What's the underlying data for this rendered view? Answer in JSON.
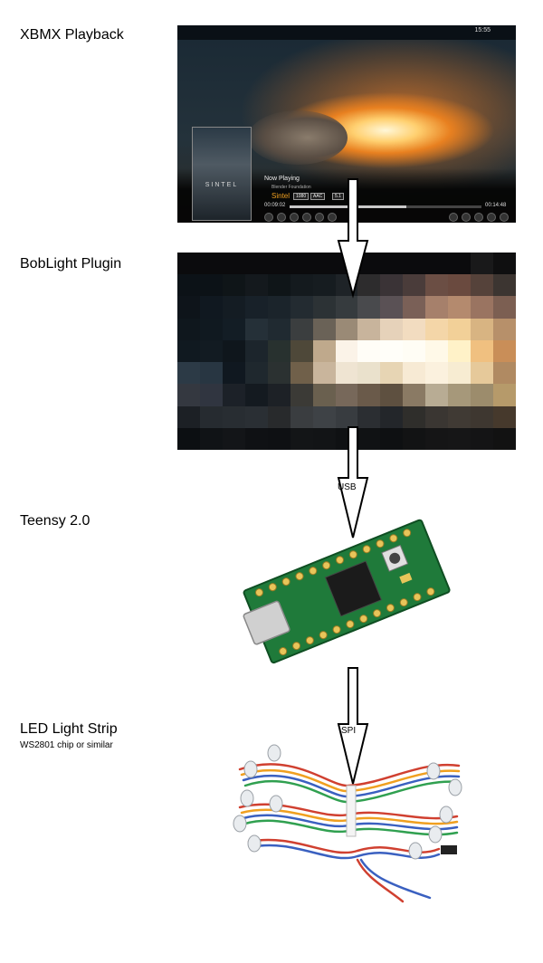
{
  "steps": {
    "xbmx": "XBMX Playback",
    "boblight": "BobLight Plugin",
    "teensy": "Teensy 2.0",
    "strip": "LED Light Strip",
    "strip_sub": "WS2801 chip or similar"
  },
  "arrows": {
    "usb": "USB",
    "spi": "SPI"
  },
  "xbmc": {
    "clock": "15:55",
    "now_playing": "Now Playing",
    "studio": "Blender Foundation",
    "title": "Sintel",
    "badges": [
      "1080",
      "AAC",
      "5.1"
    ],
    "elapsed": "00:09:02",
    "duration": "00:14:48",
    "progress": 0.61,
    "poster_title": "SINTEL"
  },
  "boblight_grid": [
    [
      "#0b0b0d",
      "#0b0b0d",
      "#0b0b0d",
      "#0b0b0d",
      "#0b0b0d",
      "#0b0b0d",
      "#0b0b0d",
      "#0b0b0d",
      "#0b0b0d",
      "#0b0b0d",
      "#0b0b0d",
      "#0b0b0d",
      "#0b0b0d",
      "#19191a",
      "#0f0f10"
    ],
    [
      "#0c1217",
      "#0c1217",
      "#0f1518",
      "#14191d",
      "#0f1518",
      "#141a1e",
      "#161c20",
      "#1e2327",
      "#2d2c2d",
      "#3a3336",
      "#4a3c3a",
      "#6b4e44",
      "#6a4a3f",
      "#55423a",
      "#3c3531"
    ],
    [
      "#0e141a",
      "#101820",
      "#141c23",
      "#182129",
      "#1b242b",
      "#232b31",
      "#2c3235",
      "#363b3e",
      "#494a4d",
      "#5a5155",
      "#7a6057",
      "#a6806b",
      "#b48a6e",
      "#9a7461",
      "#7c5f52"
    ],
    [
      "#0f171d",
      "#101920",
      "#131d25",
      "#253038",
      "#202a31",
      "#3b3e3f",
      "#6a6257",
      "#9a8a76",
      "#c8b49c",
      "#e6d2ba",
      "#f2dcc0",
      "#f4d6a8",
      "#f2d098",
      "#d8b482",
      "#b7906a"
    ],
    [
      "#101920",
      "#121b22",
      "#0f161c",
      "#1c252c",
      "#28312f",
      "#4e4839",
      "#bfa98c",
      "#fbf3e8",
      "#fffdf7",
      "#fffef9",
      "#fffdf5",
      "#fff9e8",
      "#fff2c8",
      "#f0c080",
      "#c98e58"
    ],
    [
      "#2c3a46",
      "#283642",
      "#101820",
      "#1f282e",
      "#2b3131",
      "#70604a",
      "#c9b59c",
      "#efe4d2",
      "#eae1cc",
      "#e7d5b4",
      "#f7ead4",
      "#fbf1de",
      "#f7ecd2",
      "#e6c99a",
      "#b08a62"
    ],
    [
      "#343840",
      "#303540",
      "#1c2128",
      "#141a20",
      "#1d2126",
      "#3b3a36",
      "#6a604f",
      "#77685a",
      "#6a5a4a",
      "#5e5040",
      "#8a7a64",
      "#b8ac94",
      "#a6987a",
      "#9c8c6c",
      "#b69a6a"
    ],
    [
      "#1c2025",
      "#262b30",
      "#282d32",
      "#2a2f34",
      "#282a2c",
      "#3a3d40",
      "#3e4246",
      "#383c40",
      "#2b2e32",
      "#23262a",
      "#2f2e2b",
      "#3a3632",
      "#403a34",
      "#3e3730",
      "#46392c"
    ],
    [
      "#0c0f12",
      "#101316",
      "#131518",
      "#0f1114",
      "#0e1013",
      "#131517",
      "#121416",
      "#0f1113",
      "#101214",
      "#0e1012",
      "#121314",
      "#151516",
      "#161617",
      "#141415",
      "#121212"
    ]
  ]
}
